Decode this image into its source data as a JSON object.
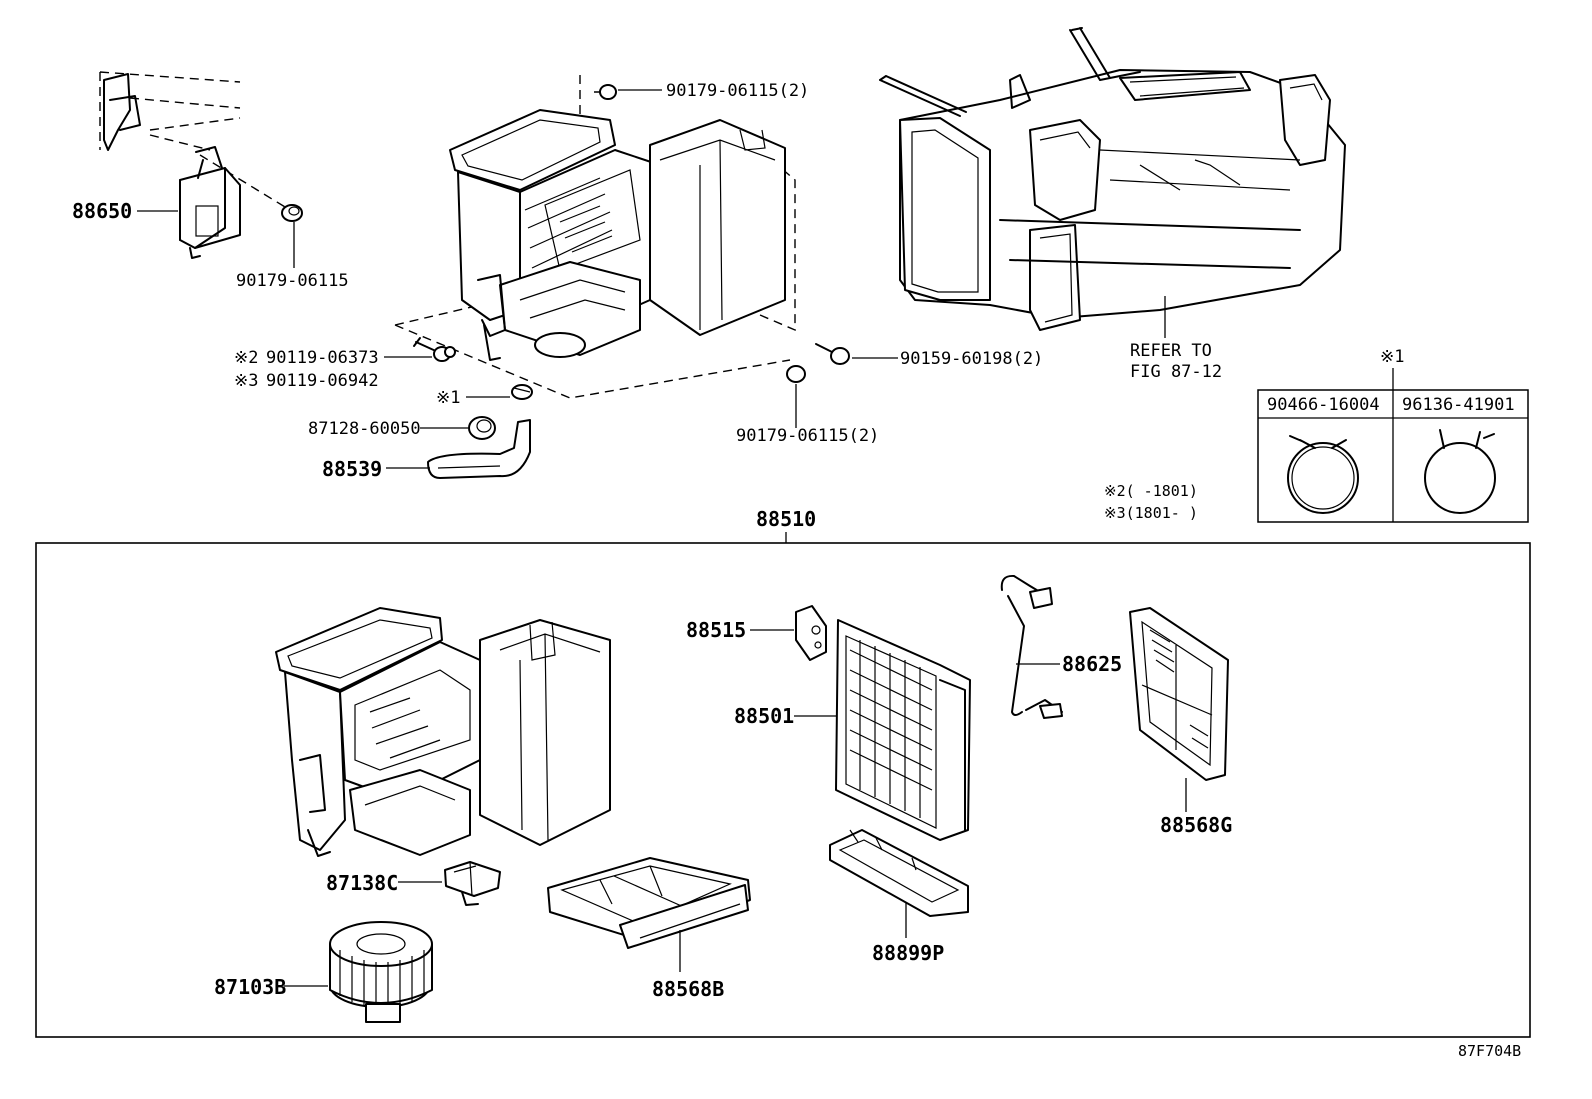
{
  "labels": {
    "p88650": "88650",
    "p90179_a": "90179-06115",
    "p90179_top": "90179-06115(2)",
    "p90119_a": "90119-06373",
    "p90119_b": "90119-06942",
    "mark2": "※2",
    "mark3": "※3",
    "mark1": "※1",
    "p87128": "87128-60050",
    "p88539": "88539",
    "p90159": "90159-60198(2)",
    "p90179_bot": "90179-06115(2)",
    "refer1": "REFER TO",
    "refer2": "FIG 87-12",
    "note2": "※2(     -1801)",
    "note3": "※3(1801-     )",
    "p88510": "88510",
    "p88515": "88515",
    "p88501": "88501",
    "p88625": "88625",
    "p88568G": "88568G",
    "p87138C": "87138C",
    "p87103B": "87103B",
    "p88568B": "88568B",
    "p88899P": "88899P",
    "figure_id": "87F704B"
  },
  "clamp_table": {
    "mark": "※1",
    "col1": "90466-16004",
    "col2": "96136-41901"
  }
}
